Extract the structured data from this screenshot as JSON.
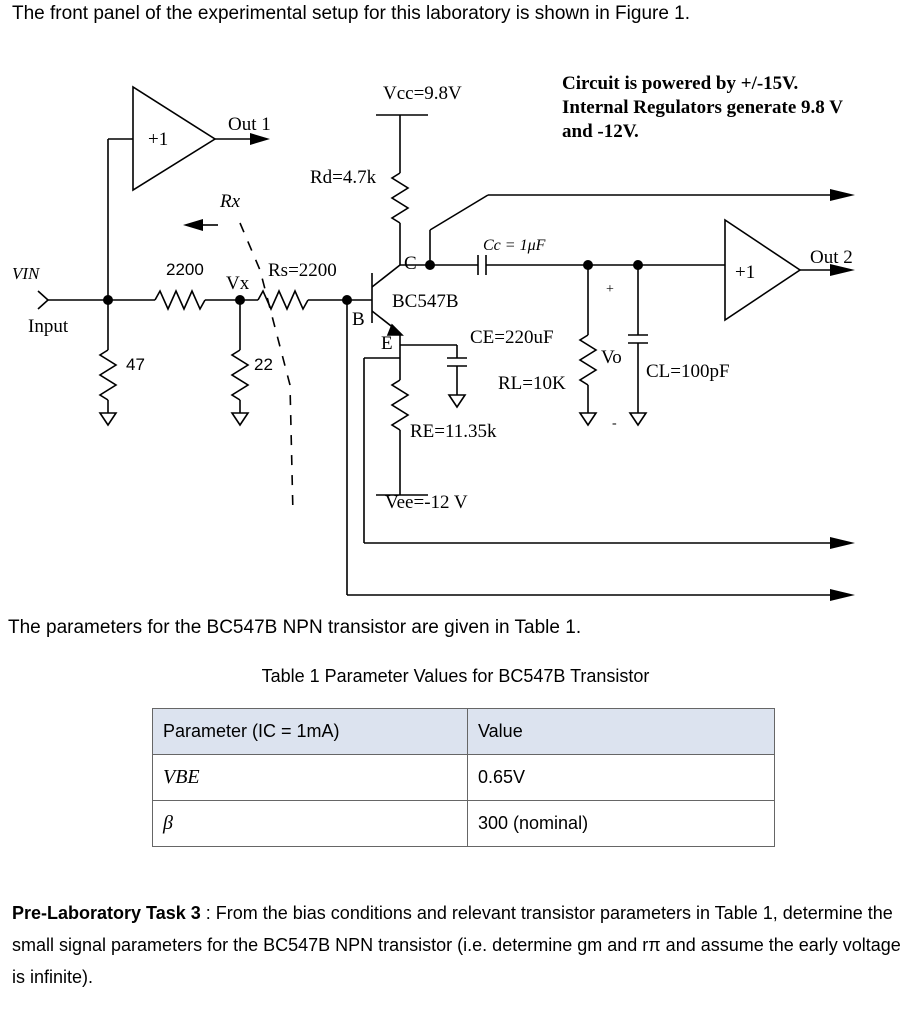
{
  "intro_text": "The front panel of the experimental setup for this laboratory is shown in Figure 1.",
  "schematic": {
    "note_line1": "Circuit is powered by +/-15V.",
    "note_line2": "Internal Regulators generate 9.8 V",
    "note_line3": "and -12V.",
    "vcc": "Vcc=9.8V",
    "rd": "Rd=4.7k",
    "out1": "Out 1",
    "buffer1_gain": "+1",
    "rx": "Rx",
    "cc": "Cc = 1μF",
    "c_label": "C",
    "vin": "VIN",
    "input": "Input",
    "r2200": "2200",
    "vx": "Vx",
    "rs": "Rs=2200",
    "transistor": "BC547B",
    "b_label": "B",
    "e_label": "E",
    "ce": "CE=220uF",
    "rl": "RL=10K",
    "vo": "Vo",
    "plus": "+",
    "minus": "-",
    "cl": "CL=100pF",
    "buffer2_gain": "+1",
    "out2": "Out 2",
    "r47": "47",
    "r22": "22",
    "re": "RE=11.35k",
    "vee": "Vee=-12 V"
  },
  "params_intro": "The parameters for the BC547B NPN transistor are given in Table 1.",
  "table": {
    "caption": "Table 1 Parameter Values for BC547B Transistor",
    "header_param": "Parameter (IC = 1mA)",
    "header_value": "Value",
    "rows": [
      {
        "param": "VBE",
        "value": "0.65V"
      },
      {
        "param": "β",
        "value": "300 (nominal)"
      }
    ]
  },
  "task": {
    "label": "Pre-Laboratory Task 3",
    "text": "From the bias conditions and relevant transistor parameters in Table 1, determine the small signal parameters for the BC547B NPN transistor (i.e. determine gm and rπ and assume the early voltage is infinite)."
  }
}
